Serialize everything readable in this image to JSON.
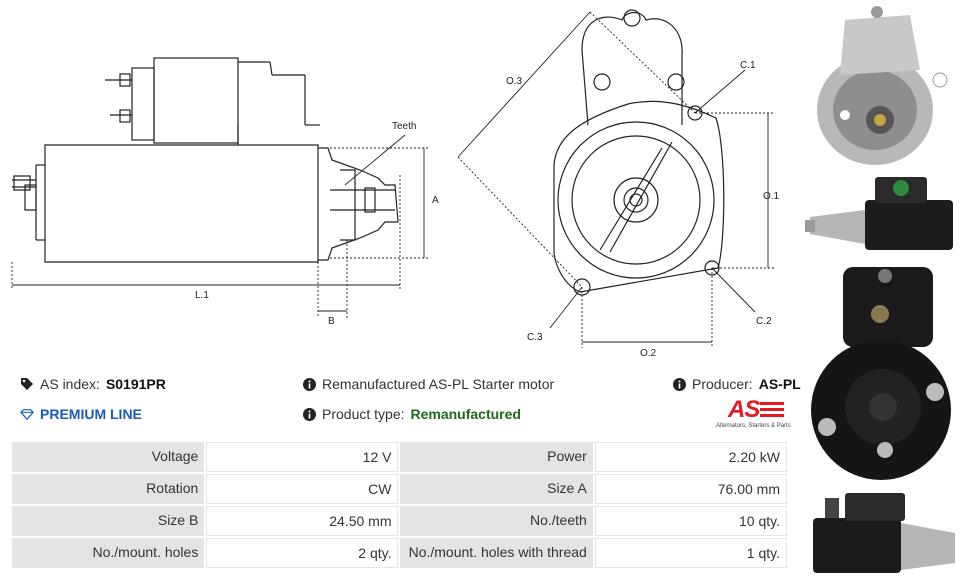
{
  "drawing": {
    "side_labels": {
      "teeth": "Teeth",
      "a": "A",
      "l1": "L.1",
      "b": "B"
    },
    "front_labels": {
      "o3": "O.3",
      "c1": "C.1",
      "o1": "O.1",
      "c2": "C.2",
      "c3": "C.3",
      "o2": "O.2"
    }
  },
  "info": {
    "as_index_label": "AS index:",
    "as_index_value": "S0191PR",
    "description": "Remanufactured AS-PL Starter motor",
    "producer_label": "Producer:",
    "producer_value": "AS-PL",
    "premium_line": "PREMIUM LINE",
    "product_type_label": "Product type:",
    "product_type_value": "Remanufactured"
  },
  "brand": {
    "logo_text": "AS",
    "tagline": "Alternators, Starters & Parts",
    "accent": "#e01b24"
  },
  "specs": [
    [
      {
        "label": "Voltage",
        "value": "12 V"
      },
      {
        "label": "Power",
        "value": "2.20 kW"
      }
    ],
    [
      {
        "label": "Rotation",
        "value": "CW"
      },
      {
        "label": "Size A",
        "value": "76.00 mm"
      }
    ],
    [
      {
        "label": "Size B",
        "value": "24.50 mm"
      },
      {
        "label": "No./teeth",
        "value": "10 qty."
      }
    ],
    [
      {
        "label": "No./mount. holes",
        "value": "2 qty."
      },
      {
        "label": "No./mount. holes with thread",
        "value": "1 qty."
      }
    ]
  ],
  "icons": {
    "tag": "tag-icon",
    "info": "info-icon",
    "diamond": "diamond-icon"
  }
}
